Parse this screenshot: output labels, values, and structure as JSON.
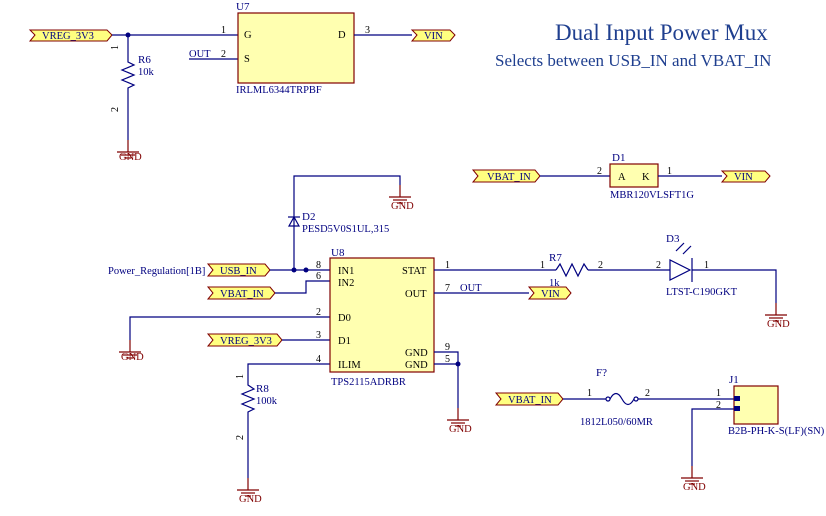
{
  "title": "Dual Input Power Mux",
  "subtitle": "Selects between USB_IN and VBAT_IN",
  "ground_label": "GND",
  "ports": {
    "vreg_top": "VREG_3V3",
    "vin_top": "VIN",
    "vbat_d1": "VBAT_IN",
    "vin_d1": "VIN",
    "usb_in": "USB_IN",
    "vbat_u8": "VBAT_IN",
    "vin_u8": "VIN",
    "vreg_u8": "VREG_3V3",
    "vbat_fuse": "VBAT_IN"
  },
  "sheet_entry": "Power_Regulation[1B]",
  "net_labels": {
    "out_left": "OUT",
    "out_right": "OUT"
  },
  "components": {
    "u7": {
      "designator": "U7",
      "part": "IRLML6344TRPBF",
      "pins": {
        "g": "G",
        "s": "S",
        "d": "D"
      },
      "pin_numbers": [
        "1",
        "2",
        "3"
      ]
    },
    "r6": {
      "designator": "R6",
      "value": "10k",
      "pin_numbers": [
        "1",
        "2"
      ]
    },
    "d1": {
      "designator": "D1",
      "part": "MBR120VLSFT1G",
      "pins": {
        "a": "A",
        "k": "K"
      },
      "pin_numbers": [
        "2",
        "1"
      ]
    },
    "d2": {
      "designator": "D2",
      "part": "PESD5V0S1UL,315"
    },
    "u8": {
      "designator": "U8",
      "part": "TPS2115ADRBR",
      "pins": {
        "in1": "IN1",
        "in2": "IN2",
        "d0": "D0",
        "d1": "D1",
        "ilim": "ILIM",
        "stat": "STAT",
        "out": "OUT",
        "gnd1": "GND",
        "gnd2": "GND"
      },
      "pin_numbers": {
        "in1": "8",
        "in2": "6",
        "d0": "2",
        "d1": "3",
        "ilim": "4",
        "stat": "1",
        "out": "7",
        "gnd1": "9",
        "gnd2": "5"
      }
    },
    "r7": {
      "designator": "R7",
      "value": "1k",
      "pin_numbers": [
        "1",
        "2"
      ]
    },
    "d3": {
      "designator": "D3",
      "part": "LTST-C190GKT",
      "pin_numbers": [
        "2",
        "1"
      ]
    },
    "r8": {
      "designator": "R8",
      "value": "100k",
      "pin_numbers": [
        "1",
        "2"
      ]
    },
    "f1": {
      "designator": "F?",
      "part": "1812L050/60MR",
      "pin_numbers": [
        "1",
        "2"
      ]
    },
    "j1": {
      "designator": "J1",
      "part": "B2B-PH-K-S(LF)(SN)",
      "pin_numbers": [
        "1",
        "2"
      ]
    }
  },
  "colors": {
    "wire": "#000080",
    "body_fill": "#ffffb0",
    "body_stroke": "#800000",
    "port_fill": "#ffff80"
  }
}
